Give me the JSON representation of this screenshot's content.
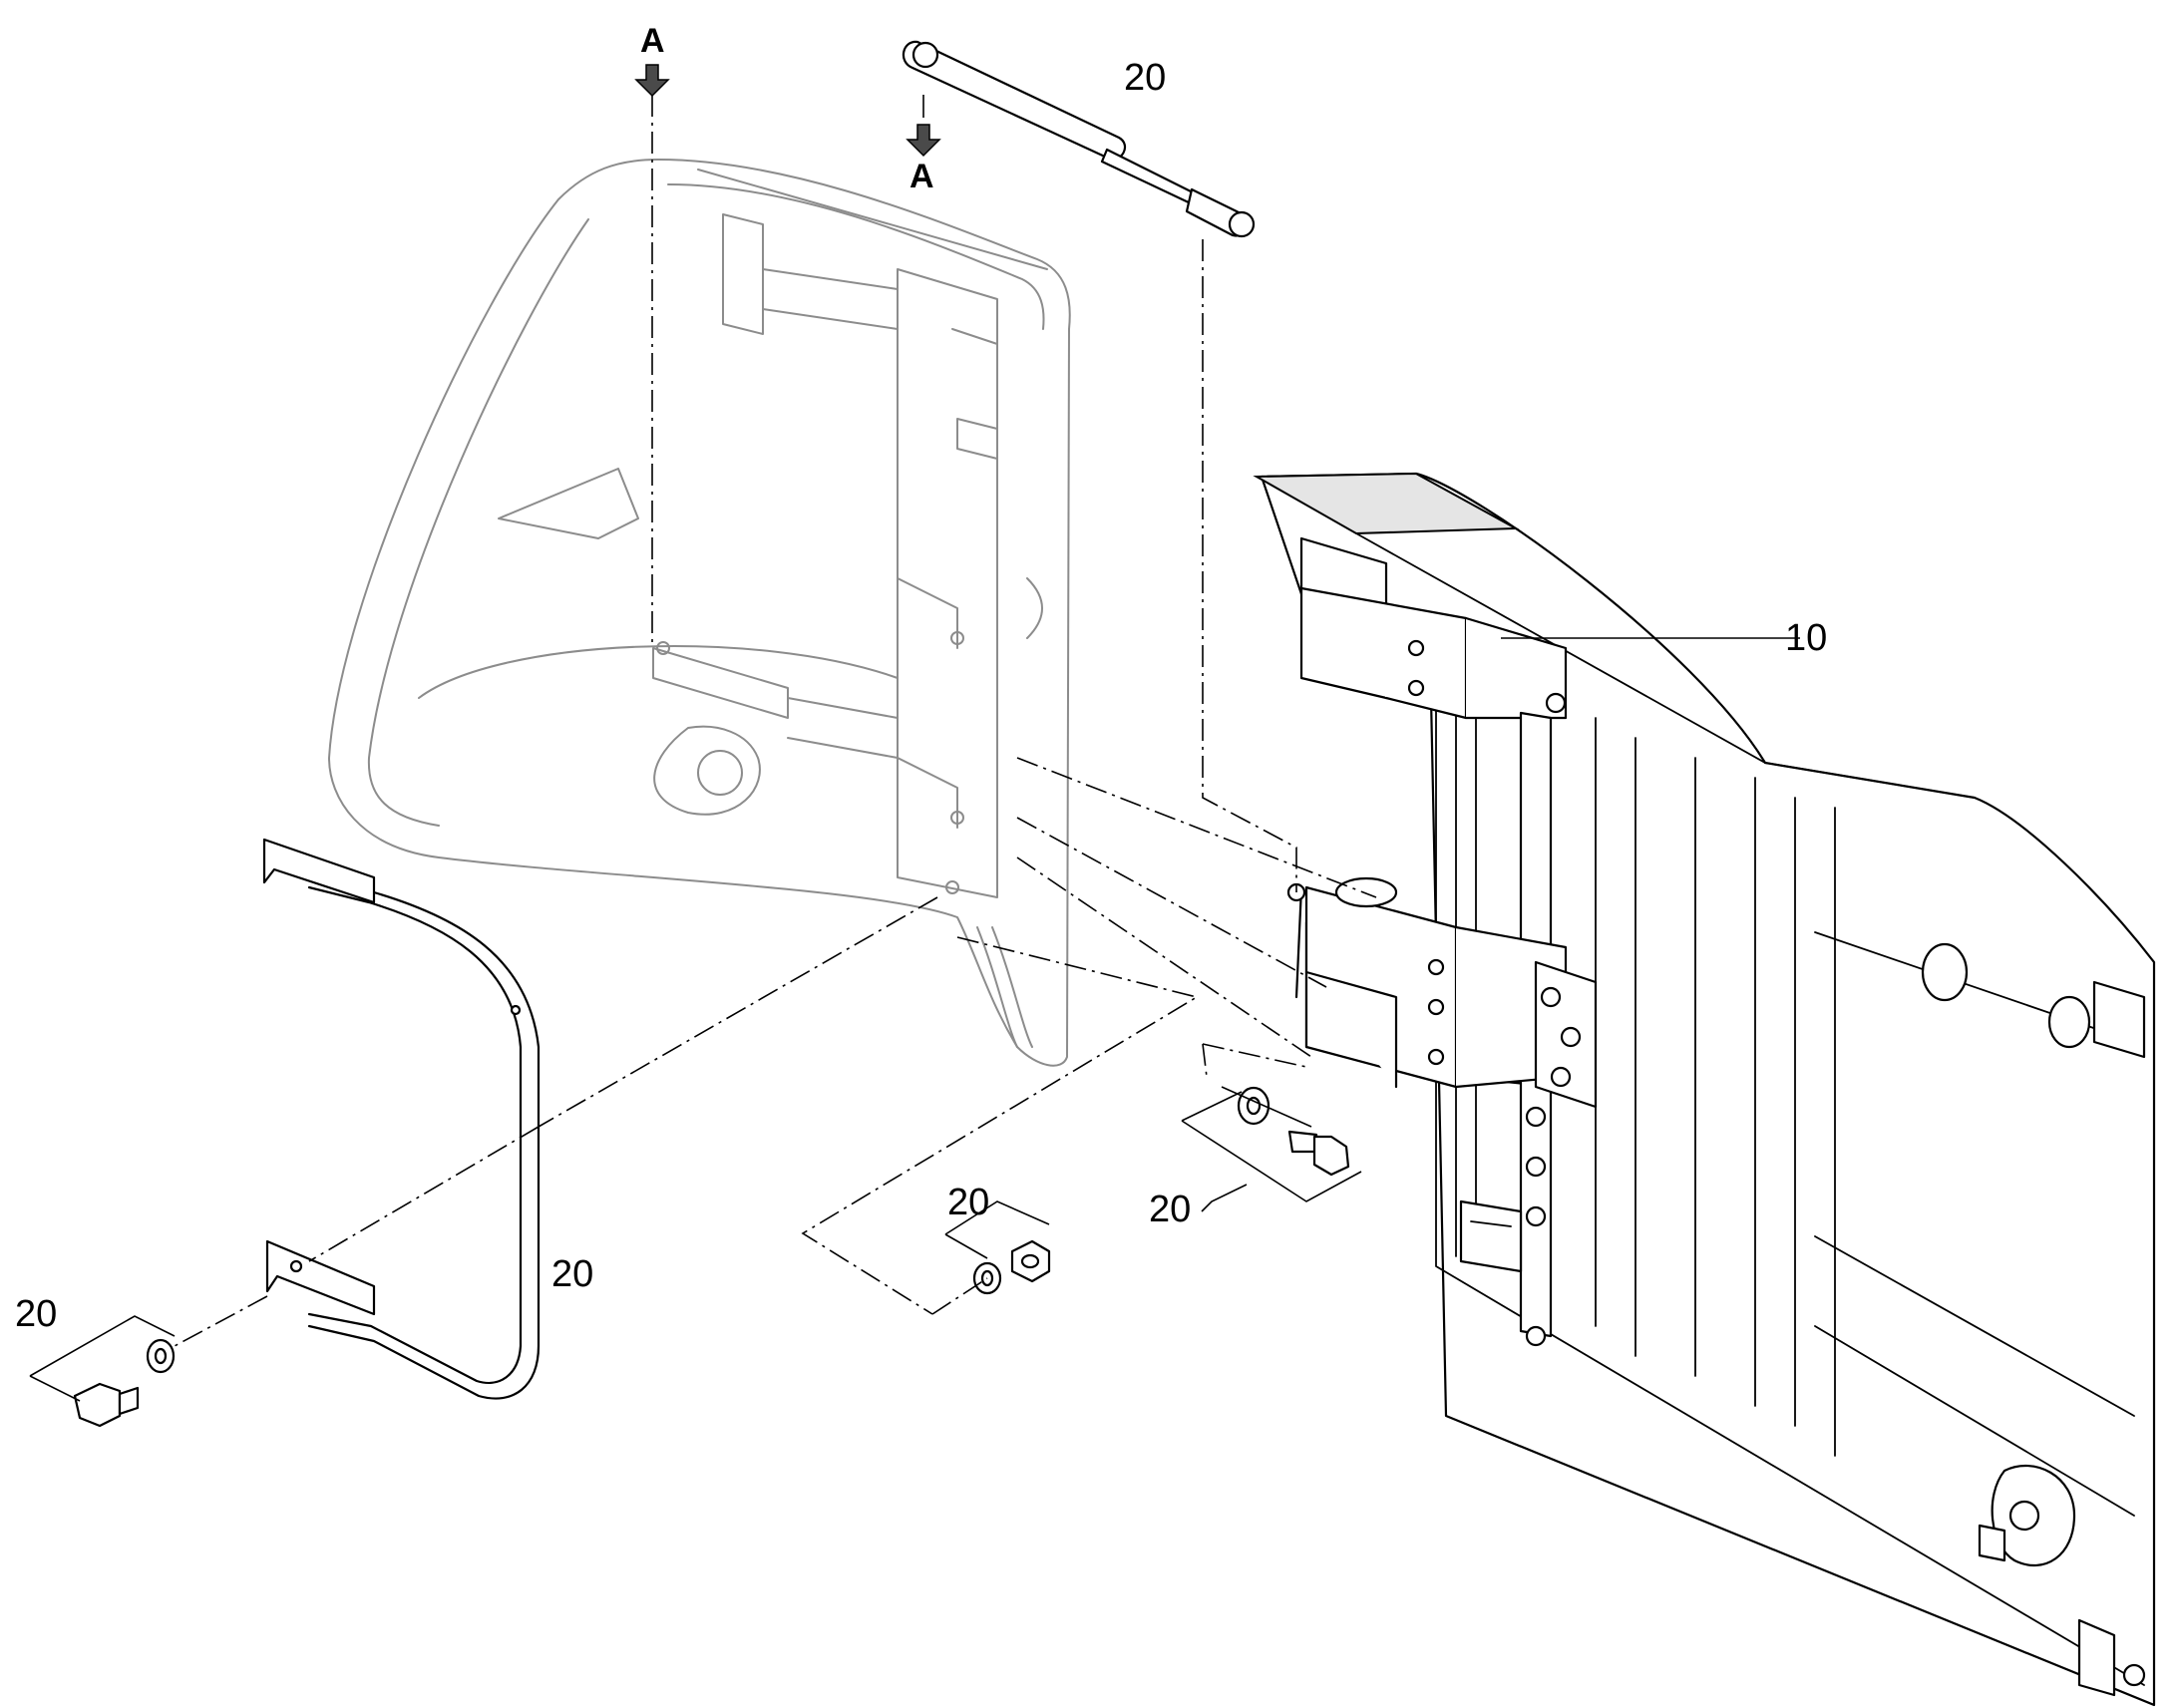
{
  "callouts": {
    "door_panel": "10",
    "gas_strut": "20",
    "handle_bar": "20",
    "bolt_left": "20",
    "nut_washer": "20",
    "bolt_right": "20"
  },
  "section_marks": {
    "top": "A",
    "strut": "A"
  }
}
